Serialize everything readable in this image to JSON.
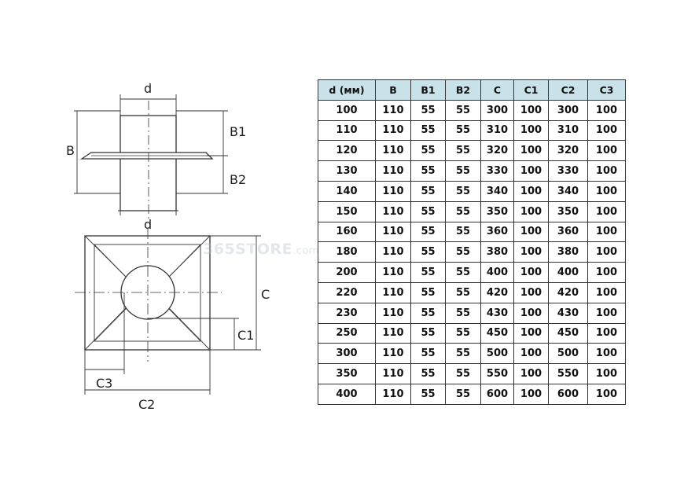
{
  "diagram": {
    "labels": {
      "d_top": "d",
      "d_mid": "d",
      "B": "B",
      "B1": "B1",
      "B2": "B2",
      "C": "C",
      "C1": "C1",
      "C2": "C2",
      "C3": "C3"
    }
  },
  "watermark": {
    "brand": "365STORE",
    "suffix": ".com.ua"
  },
  "table": {
    "headers": [
      "d (мм)",
      "B",
      "B1",
      "B2",
      "C",
      "C1",
      "C2",
      "C3"
    ],
    "rows": [
      [
        "100",
        "110",
        "55",
        "55",
        "300",
        "100",
        "300",
        "100"
      ],
      [
        "110",
        "110",
        "55",
        "55",
        "310",
        "100",
        "310",
        "100"
      ],
      [
        "120",
        "110",
        "55",
        "55",
        "320",
        "100",
        "320",
        "100"
      ],
      [
        "130",
        "110",
        "55",
        "55",
        "330",
        "100",
        "330",
        "100"
      ],
      [
        "140",
        "110",
        "55",
        "55",
        "340",
        "100",
        "340",
        "100"
      ],
      [
        "150",
        "110",
        "55",
        "55",
        "350",
        "100",
        "350",
        "100"
      ],
      [
        "160",
        "110",
        "55",
        "55",
        "360",
        "100",
        "360",
        "100"
      ],
      [
        "180",
        "110",
        "55",
        "55",
        "380",
        "100",
        "380",
        "100"
      ],
      [
        "200",
        "110",
        "55",
        "55",
        "400",
        "100",
        "400",
        "100"
      ],
      [
        "220",
        "110",
        "55",
        "55",
        "420",
        "100",
        "420",
        "100"
      ],
      [
        "230",
        "110",
        "55",
        "55",
        "430",
        "100",
        "430",
        "100"
      ],
      [
        "250",
        "110",
        "55",
        "55",
        "450",
        "100",
        "450",
        "100"
      ],
      [
        "300",
        "110",
        "55",
        "55",
        "500",
        "100",
        "500",
        "100"
      ],
      [
        "350",
        "110",
        "55",
        "55",
        "550",
        "100",
        "550",
        "100"
      ],
      [
        "400",
        "110",
        "55",
        "55",
        "600",
        "100",
        "600",
        "100"
      ]
    ]
  }
}
